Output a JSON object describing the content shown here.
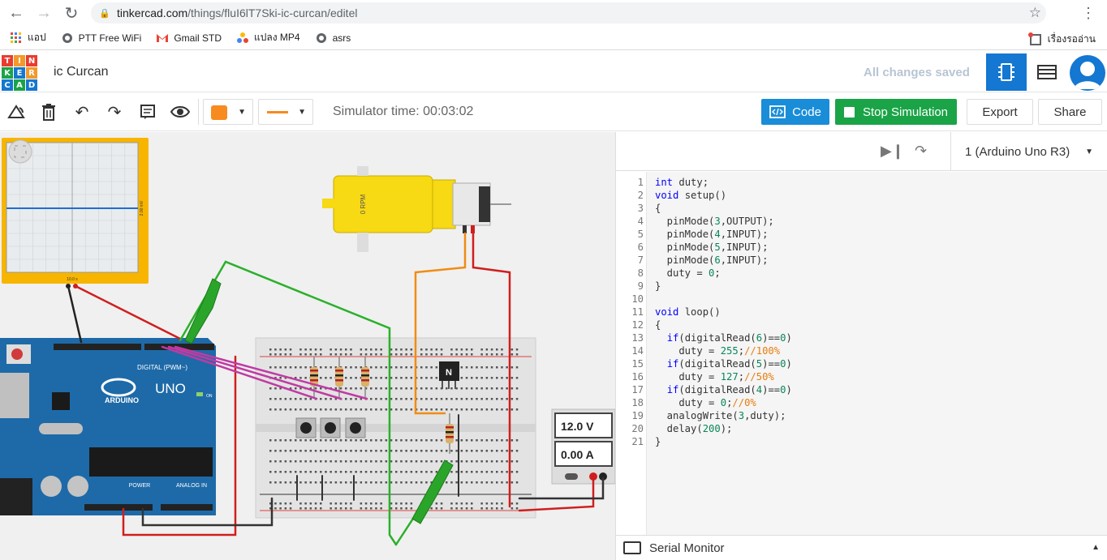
{
  "browser": {
    "url_host": "tinkercad.com",
    "url_path": "/things/fluI6lT7Ski-ic-curcan/editel",
    "bookmarks": [
      {
        "label": "แอป",
        "icon": "apps-grid-icon"
      },
      {
        "label": "PTT Free WiFi",
        "icon": "globe-icon"
      },
      {
        "label": "Gmail STD",
        "icon": "gmail-icon"
      },
      {
        "label": "แปลง MP4",
        "icon": "dots-icon"
      },
      {
        "label": "asrs",
        "icon": "globe-icon"
      }
    ],
    "reading_list": "เรื่องรออ่าน"
  },
  "header": {
    "logo_letters": [
      "T",
      "I",
      "N",
      "K",
      "E",
      "R",
      "C",
      "A",
      "D"
    ],
    "logo_colors": [
      "#e93c2f",
      "#f3992a",
      "#e93c2f",
      "#1aa447",
      "#1477d1",
      "#f3992a",
      "#1477d1",
      "#1aa447",
      "#1477d1"
    ],
    "project_title": "ic Curcan",
    "save_status": "All changes saved"
  },
  "toolbar": {
    "simulator_time": "Simulator time: 00:03:02",
    "code_label": "Code",
    "stop_label": "Stop Simulation",
    "export_label": "Export",
    "share_label": "Share",
    "color": "#f78b1f"
  },
  "code_panel": {
    "device": "1 (Arduino Uno R3)",
    "serial_monitor": "Serial Monitor",
    "lines": [
      "int duty;",
      "void setup()",
      "{",
      "  pinMode(3,OUTPUT);",
      "  pinMode(4,INPUT);",
      "  pinMode(5,INPUT);",
      "  pinMode(6,INPUT);",
      "  duty = 0;",
      "}",
      "",
      "void loop()",
      "{",
      "  if(digitalRead(6)==0)",
      "    duty = 255;//100%",
      "  if(digitalRead(5)==0)",
      "    duty = 127;//50%",
      "  if(digitalRead(4)==0)",
      "    duty = 0;//0%",
      "  analogWrite(3,duty);",
      "  delay(200);",
      "}"
    ]
  },
  "canvas": {
    "oscilloscope_scale": "2.00 mV",
    "oscilloscope_time": "10.0 s",
    "motor_label": "0 RPM",
    "transistor_label": "N",
    "supply_voltage": "12.0 V",
    "supply_current": "0.00 A",
    "arduino_brand": "ARDUINO",
    "arduino_model": "UNO",
    "digital_label": "DIGITAL (PWM~)",
    "power_label": "POWER",
    "analog_label": "ANALOG IN",
    "on_label": "ON"
  }
}
